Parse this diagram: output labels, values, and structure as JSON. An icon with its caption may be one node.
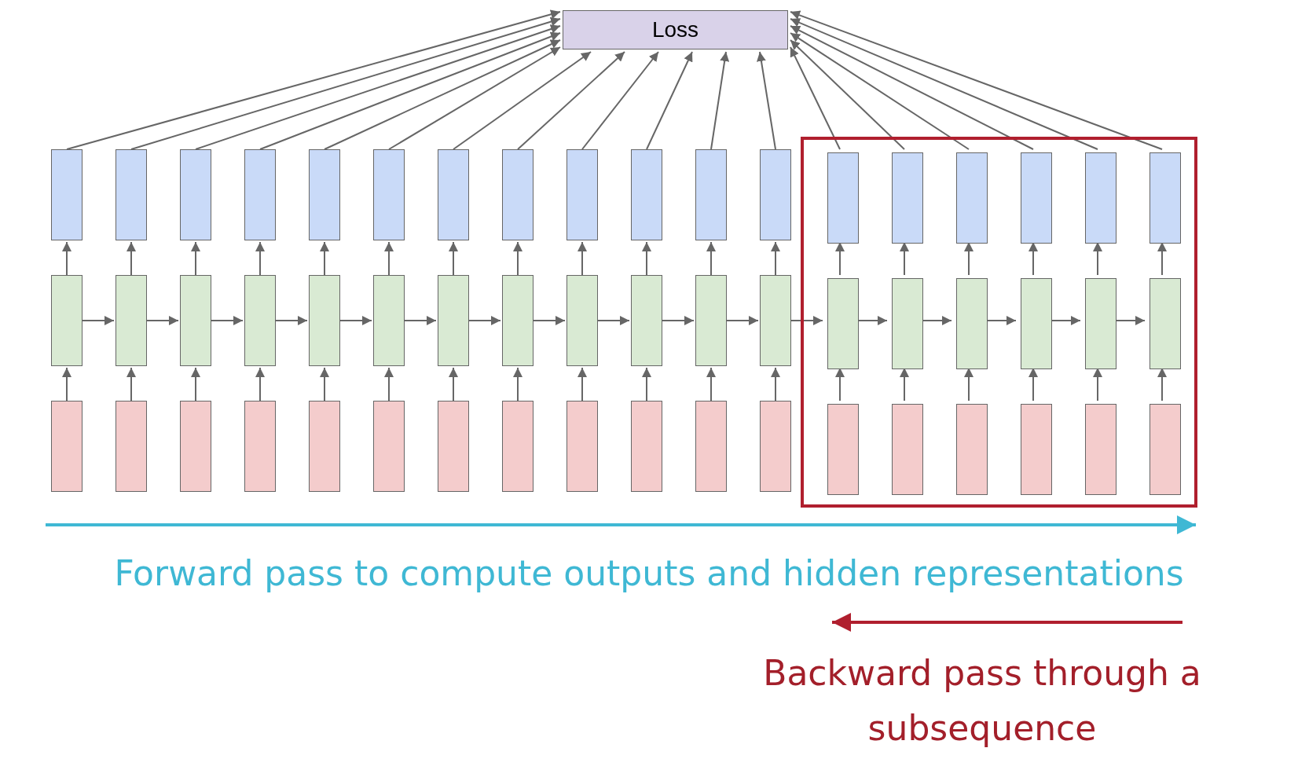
{
  "diagram": {
    "nodes": [
      {
        "text": [
          "Loss"
        ]
      },
      {
        "text": [],
        "shape": "box"
      },
      {
        "text": [],
        "shape": "box"
      },
      {
        "text": [],
        "shape": "box"
      },
      {
        "text": [],
        "shape": "box"
      },
      {
        "text": [],
        "shape": "box"
      },
      {
        "text": [],
        "shape": "box"
      },
      {
        "text": [],
        "shape": "box"
      },
      {
        "text": [],
        "shape": "box"
      },
      {
        "text": [],
        "shape": "box"
      },
      {
        "text": [],
        "shape": "box"
      },
      {
        "text": [],
        "shape": "box"
      },
      {
        "text": [],
        "shape": "box"
      },
      {
        "text": [],
        "shape": "box"
      },
      {
        "text": [],
        "shape": "box",
        "in": 1
      },
      {
        "text": [],
        "shape": "box",
        "in": 1
      },
      {
        "text": [],
        "shape": "box",
        "in": 1
      },
      {
        "text": [],
        "shape": "box",
        "in": 1
      },
      {
        "text": [],
        "shape": "box",
        "in": 1
      },
      {
        "text": [],
        "shape": "box",
        "in": 1
      },
      {
        "text": [],
        "shape": "box"
      },
      {
        "text": [],
        "shape": "box"
      },
      {
        "text": [],
        "shape": "box"
      },
      {
        "text": [],
        "shape": "box"
      },
      {
        "text": [],
        "shape": "box"
      },
      {
        "text": [],
        "shape": "box"
      },
      {
        "text": [],
        "shape": "box"
      },
      {
        "text": [],
        "shape": "box"
      },
      {
        "text": [],
        "shape": "box"
      },
      {
        "text": [],
        "shape": "box"
      },
      {
        "text": [],
        "shape": "box"
      },
      {
        "text": [],
        "shape": "box"
      },
      {
        "text": [],
        "shape": "box",
        "in": 1
      },
      {
        "text": [],
        "shape": "box",
        "in": 1
      },
      {
        "text": [],
        "shape": "box",
        "in": 1
      },
      {
        "text": [],
        "shape": "box",
        "in": 1
      },
      {
        "text": [],
        "shape": "box",
        "in": 1
      },
      {
        "text": [],
        "shape": "box",
        "in": 1
      },
      {
        "text": [],
        "shape": "box"
      },
      {
        "text": [],
        "shape": "box"
      },
      {
        "text": [],
        "shape": "box"
      },
      {
        "text": [],
        "shape": "box"
      },
      {
        "text": [],
        "shape": "box"
      },
      {
        "text": [],
        "shape": "box"
      },
      {
        "text": [],
        "shape": "box"
      },
      {
        "text": [],
        "shape": "box"
      },
      {
        "text": [],
        "shape": "box"
      },
      {
        "text": [],
        "shape": "box"
      },
      {
        "text": [],
        "shape": "box"
      },
      {
        "text": [],
        "shape": "box"
      },
      {
        "text": [],
        "shape": "box",
        "in": 1
      },
      {
        "text": [],
        "shape": "box",
        "in": 1
      },
      {
        "text": [],
        "shape": "box",
        "in": 1
      },
      {
        "text": [],
        "shape": "box",
        "in": 1
      },
      {
        "text": [],
        "shape": "box",
        "in": 1
      },
      {
        "text": [],
        "shape": "box",
        "in": 1
      }
    ],
    "edges": [
      {
        "from": 38,
        "to": 20,
        "arrow": "to"
      },
      {
        "from": 39,
        "to": 21,
        "arrow": "to"
      },
      {
        "from": 40,
        "to": 22,
        "arrow": "to"
      },
      {
        "from": 41,
        "to": 23,
        "arrow": "to"
      },
      {
        "from": 42,
        "to": 24,
        "arrow": "to"
      },
      {
        "from": 43,
        "to": 25,
        "arrow": "to"
      },
      {
        "from": 44,
        "to": 26,
        "arrow": "to"
      },
      {
        "from": 45,
        "to": 27,
        "arrow": "to"
      },
      {
        "from": 46,
        "to": 28,
        "arrow": "to"
      },
      {
        "from": 47,
        "to": 29,
        "arrow": "to"
      },
      {
        "from": 48,
        "to": 30,
        "arrow": "to"
      },
      {
        "from": 49,
        "to": 31,
        "arrow": "to"
      },
      {
        "from": 50,
        "to": 32,
        "arrow": "to"
      },
      {
        "from": 51,
        "to": 33,
        "arrow": "to"
      },
      {
        "from": 52,
        "to": 34,
        "arrow": "to"
      },
      {
        "from": 53,
        "to": 35,
        "arrow": "to"
      },
      {
        "from": 54,
        "to": 36,
        "arrow": "to"
      },
      {
        "from": 55,
        "to": 37,
        "arrow": "to"
      },
      {
        "from": 20,
        "to": 2,
        "arrow": "to"
      },
      {
        "from": 21,
        "to": 3,
        "arrow": "to"
      },
      {
        "from": 22,
        "to": 4,
        "arrow": "to"
      },
      {
        "from": 23,
        "to": 5,
        "arrow": "to"
      },
      {
        "from": 24,
        "to": 6,
        "arrow": "to"
      },
      {
        "from": 25,
        "to": 7,
        "arrow": "to"
      },
      {
        "from": 26,
        "to": 8,
        "arrow": "to"
      },
      {
        "from": 27,
        "to": 9,
        "arrow": "to"
      },
      {
        "from": 28,
        "to": 10,
        "arrow": "to"
      },
      {
        "from": 29,
        "to": 11,
        "arrow": "to"
      },
      {
        "from": 30,
        "to": 12,
        "arrow": "to"
      },
      {
        "from": 31,
        "to": 13,
        "arrow": "to"
      },
      {
        "from": 32,
        "to": 14,
        "arrow": "to"
      },
      {
        "from": 33,
        "to": 15,
        "arrow": "to"
      },
      {
        "from": 34,
        "to": 16,
        "arrow": "to"
      },
      {
        "from": 35,
        "to": 17,
        "arrow": "to"
      },
      {
        "from": 36,
        "to": 18,
        "arrow": "to"
      },
      {
        "from": 37,
        "to": 19,
        "arrow": "to"
      },
      {
        "from": 20,
        "to": 21,
        "arrow": "to"
      },
      {
        "from": 21,
        "to": 22,
        "arrow": "to"
      },
      {
        "from": 22,
        "to": 23,
        "arrow": "to"
      },
      {
        "from": 23,
        "to": 24,
        "arrow": "to"
      },
      {
        "from": 24,
        "to": 25,
        "arrow": "to"
      },
      {
        "from": 25,
        "to": 26,
        "arrow": "to"
      },
      {
        "from": 26,
        "to": 27,
        "arrow": "to"
      },
      {
        "from": 27,
        "to": 28,
        "arrow": "to"
      },
      {
        "from": 28,
        "to": 29,
        "arrow": "to"
      },
      {
        "from": 29,
        "to": 30,
        "arrow": "to"
      },
      {
        "from": 30,
        "to": 31,
        "arrow": "to"
      },
      {
        "from": 31,
        "to": 32,
        "arrow": "to"
      },
      {
        "from": 32,
        "to": 33,
        "arrow": "to"
      },
      {
        "from": 33,
        "to": 34,
        "arrow": "to"
      },
      {
        "from": 34,
        "to": 35,
        "arrow": "to"
      },
      {
        "from": 35,
        "to": 36,
        "arrow": "to"
      },
      {
        "from": 36,
        "to": 37,
        "arrow": "to"
      },
      {
        "from": 2,
        "to": 0,
        "arrow": "to"
      },
      {
        "from": 3,
        "to": 0,
        "arrow": "to"
      },
      {
        "from": 4,
        "to": 0,
        "arrow": "to"
      },
      {
        "from": 5,
        "to": 0,
        "arrow": "to"
      },
      {
        "from": 6,
        "to": 0,
        "arrow": "to"
      },
      {
        "from": 7,
        "to": 0,
        "arrow": "to"
      },
      {
        "from": 8,
        "to": 0,
        "arrow": "to"
      },
      {
        "from": 9,
        "to": 0,
        "arrow": "to"
      },
      {
        "from": 10,
        "to": 0,
        "arrow": "to"
      },
      {
        "from": 11,
        "to": 0,
        "arrow": "to"
      },
      {
        "from": 12,
        "to": 0,
        "arrow": "to"
      },
      {
        "from": 13,
        "to": 0,
        "arrow": "to"
      },
      {
        "from": 14,
        "to": 0,
        "arrow": "to"
      },
      {
        "from": 15,
        "to": 0,
        "arrow": "to"
      },
      {
        "from": 16,
        "to": 0,
        "arrow": "to"
      },
      {
        "from": 17,
        "to": 0,
        "arrow": "to"
      },
      {
        "from": 18,
        "to": 0,
        "arrow": "to"
      },
      {
        "from": 19,
        "to": 0,
        "arrow": "to"
      }
    ],
    "labels": [
      "Forward pass to compute outputs and hidden representations",
      "Backward pass through a subsequence"
    ]
  }
}
